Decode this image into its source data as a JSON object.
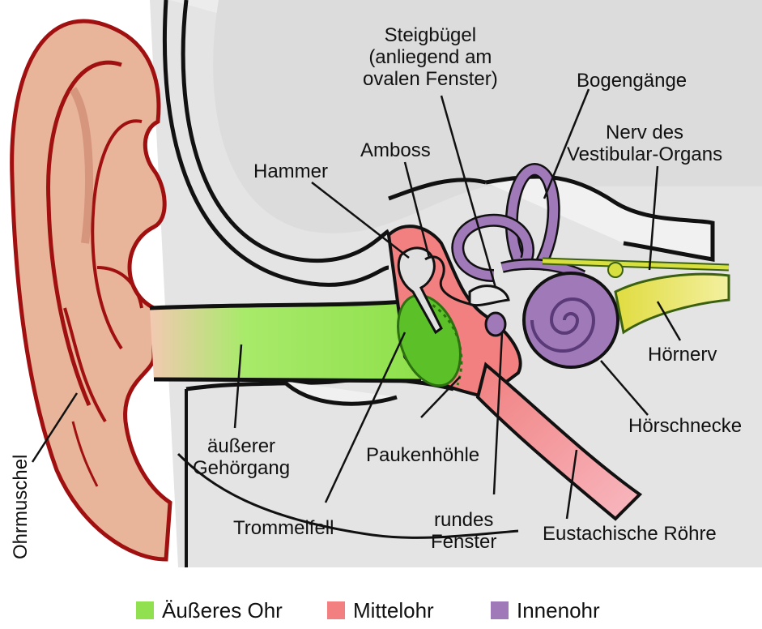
{
  "labels": {
    "steigbuegel": [
      "Steigbügel",
      "(anliegend am",
      "ovalen Fenster)"
    ],
    "bogengaenge": "Bogengänge",
    "nerv_vestibular": [
      "Nerv des",
      "Vestibular-Organs"
    ],
    "amboss": "Amboss",
    "hammer": "Hammer",
    "hoernerv": "Hörnerv",
    "hoerschnecke": "Hörschnecke",
    "aeusserer_gehoergang": [
      "äußerer",
      "Gehörgang"
    ],
    "paukenhoehle": "Paukenhöhle",
    "trommelfell": "Trommelfell",
    "rundes_fenster": [
      "rundes",
      "Fenster"
    ],
    "eustachische_roehre": "Eustachische Röhre",
    "ohrmuschel": "Ohrmuschel"
  },
  "legend": [
    {
      "label": "Äußeres Ohr",
      "color": "#90e050"
    },
    {
      "label": "Mittelohr",
      "color": "#f28080"
    },
    {
      "label": "Innenohr",
      "color": "#a07ab8"
    }
  ],
  "colors": {
    "outer_ear": "#90e050",
    "middle_ear": "#f28080",
    "inner_ear": "#a07ab8",
    "auricle": "#e8b49a",
    "auricle_outline": "#a01010",
    "bone": "#d6d6d6",
    "nerve": "#e8e060"
  }
}
